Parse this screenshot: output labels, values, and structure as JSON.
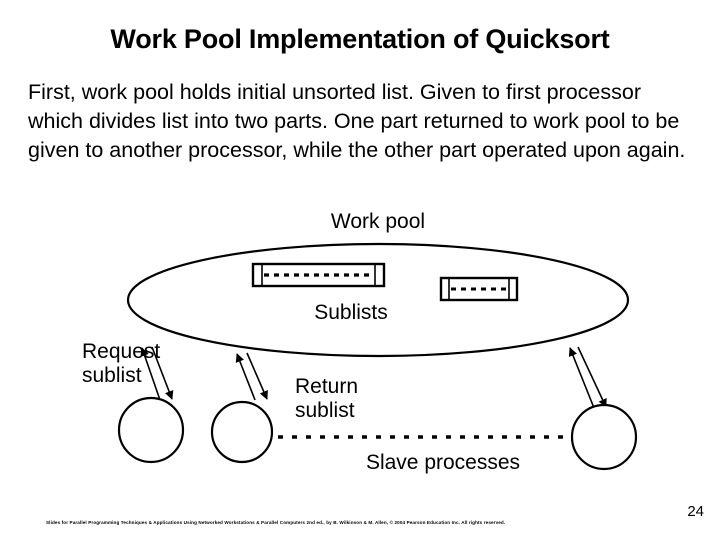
{
  "slide": {
    "title": "Work Pool Implementation of Quicksort",
    "body": "First, work pool holds initial unsorted list. Given to first processor which divides list into two parts. One part returned to work pool to be given to another processor, while the other part operated upon again.",
    "page_number": "24",
    "footer": "Slides for Parallel Programming Techniques & Applications Using Networked Workstations & Parallel Computers 2nd ed., by B. Wilkinson & M. Allen, © 2004 Pearson Education Inc. All rights reserved.",
    "background_color": "#ffffff",
    "ink_color": "#000000"
  },
  "figure": {
    "name": "work-pool-diagram",
    "work_pool_label": "Work pool",
    "sublists_label": "Sublists",
    "request_sublist_label_line1": "Request",
    "request_sublist_label_line2": "sublist",
    "return_sublist_label_line1": "Return",
    "return_sublist_label_line2": "sublist",
    "slave_processes_label": "Slave processes",
    "sublist_count": 2,
    "slave_process_count": 3,
    "stroke_color": "#000000",
    "fill_color": "#ffffff"
  }
}
